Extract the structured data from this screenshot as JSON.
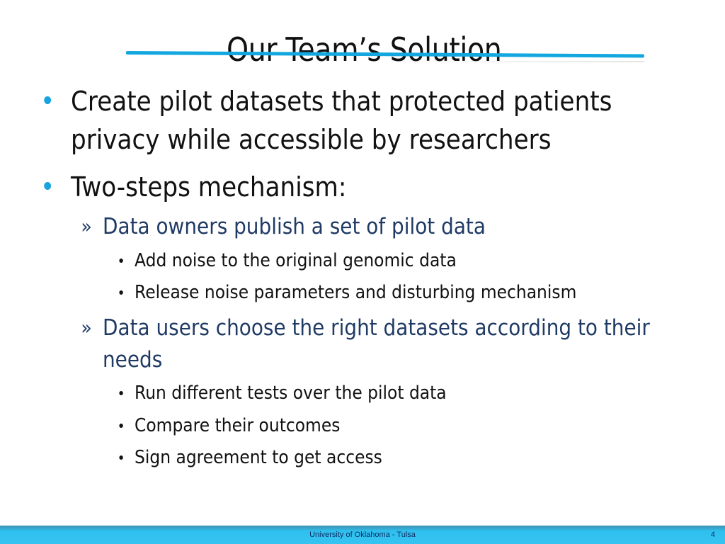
{
  "slide": {
    "title": "Our Team’s Solution",
    "accent_color": "#12a7de",
    "bullets": [
      {
        "lines": [
          "Create pilot datasets that protected patients",
          "privacy while accessible by researchers"
        ]
      },
      {
        "lines": [
          "Two-steps mechanism:"
        ],
        "sub": [
          {
            "marker": "»",
            "lines": [
              "Data owners publish a set of pilot data"
            ],
            "sub": [
              "Add noise to the original genomic data",
              "Release noise parameters and disturbing mechanism"
            ]
          },
          {
            "marker": "»",
            "lines": [
              "Data users choose the right datasets according to their",
              "needs"
            ],
            "sub": [
              "Run different tests over the pilot data",
              "Compare their outcomes",
              "Sign agreement to get access"
            ]
          }
        ]
      }
    ]
  },
  "footer": {
    "text": "University of Oklahoma - Tulsa",
    "page_number": "4"
  }
}
